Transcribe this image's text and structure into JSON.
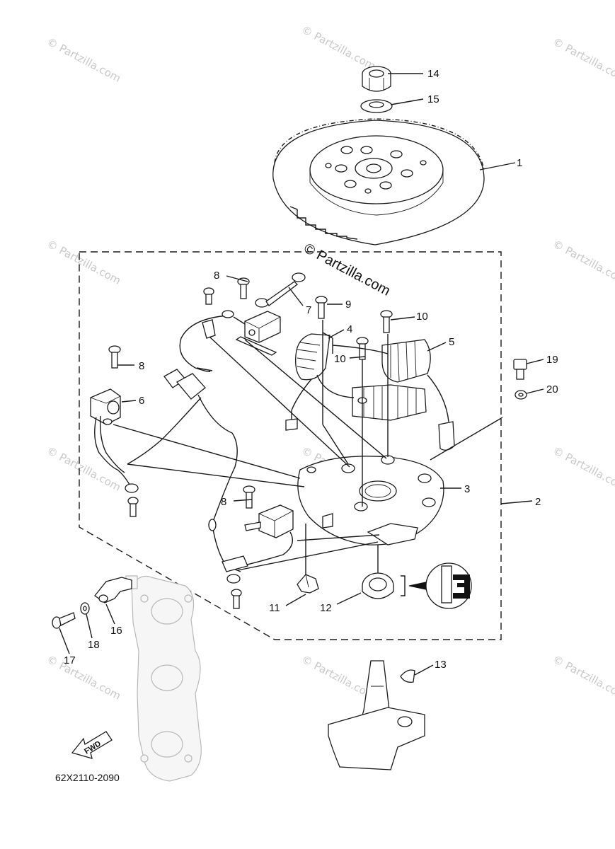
{
  "diagram": {
    "watermark_text": "© Partzilla.com",
    "center_watermark_text": "© Partzilla.com",
    "part_number": "62X2110-2090",
    "fwd_label": "FWD",
    "callouts": {
      "c1": "1",
      "c2": "2",
      "c3": "3",
      "c4": "4",
      "c5": "5",
      "c6": "6",
      "c7": "7",
      "c8a": "8",
      "c8b": "8",
      "c8c": "8",
      "c9": "9",
      "c10a": "10",
      "c10b": "10",
      "c11": "11",
      "c12": "12",
      "c13": "13",
      "c14": "14",
      "c15": "15",
      "c16": "16",
      "c17": "17",
      "c18": "18",
      "c19": "19",
      "c20": "20"
    }
  }
}
